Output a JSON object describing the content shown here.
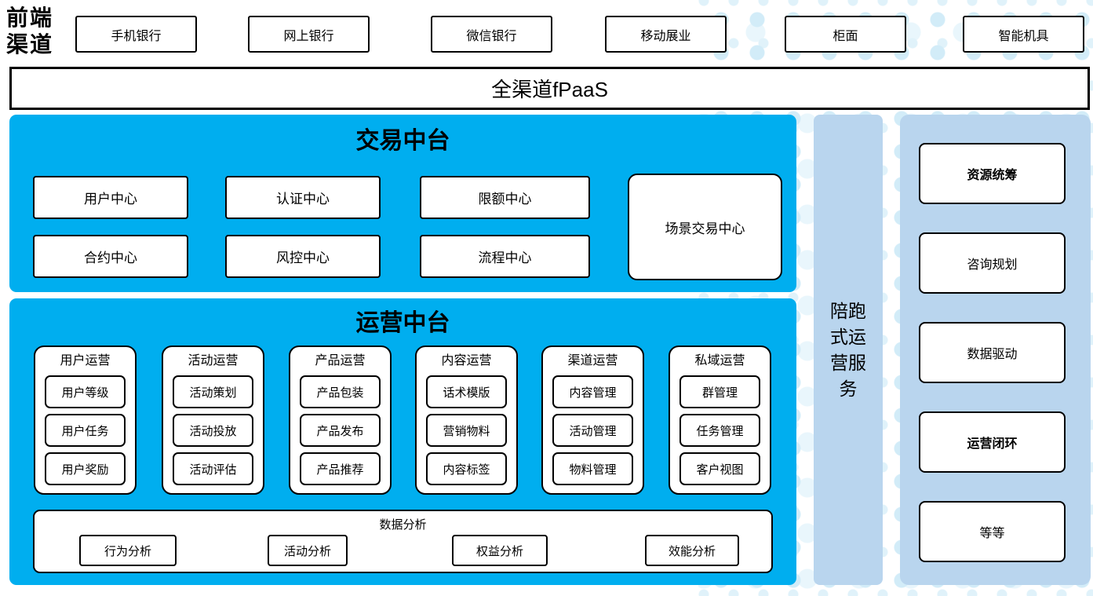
{
  "colors": {
    "primary_blue": "#00AEEF",
    "light_blue": "#B9D5EE",
    "dot_blue": "#D2ECF8",
    "box_border": "#000000"
  },
  "frontend": {
    "label": "前端渠道",
    "channels": [
      "手机银行",
      "网上银行",
      "微信银行",
      "移动展业",
      "柜面",
      "智能机具"
    ]
  },
  "fpaas": {
    "label": "全渠道fPaaS"
  },
  "trading": {
    "title": "交易中台",
    "centers": [
      "用户中心",
      "认证中心",
      "限额中心",
      "合约中心",
      "风控中心",
      "流程中心"
    ],
    "scenario_center": "场景交易中心"
  },
  "operations": {
    "title": "运营中台",
    "groups": [
      {
        "title": "用户运营",
        "items": [
          "用户等级",
          "用户任务",
          "用户奖励"
        ]
      },
      {
        "title": "活动运营",
        "items": [
          "活动策划",
          "活动投放",
          "活动评估"
        ]
      },
      {
        "title": "产品运营",
        "items": [
          "产品包装",
          "产品发布",
          "产品推荐"
        ]
      },
      {
        "title": "内容运营",
        "items": [
          "话术模版",
          "营销物料",
          "内容标签"
        ]
      },
      {
        "title": "渠道运营",
        "items": [
          "内容管理",
          "活动管理",
          "物料管理"
        ]
      },
      {
        "title": "私域运营",
        "items": [
          "群管理",
          "任务管理",
          "客户视图"
        ]
      }
    ],
    "analysis": {
      "title": "数据分析",
      "items": [
        "行为分析",
        "活动分析",
        "权益分析",
        "效能分析"
      ]
    }
  },
  "side_service": {
    "label": "陪跑式运营服务"
  },
  "right_panel": {
    "items": [
      {
        "label": "资源统筹",
        "bold": true
      },
      {
        "label": "咨询规划",
        "bold": false
      },
      {
        "label": "数据驱动",
        "bold": false
      },
      {
        "label": "运营闭环",
        "bold": true
      },
      {
        "label": "等等",
        "bold": false
      }
    ]
  }
}
